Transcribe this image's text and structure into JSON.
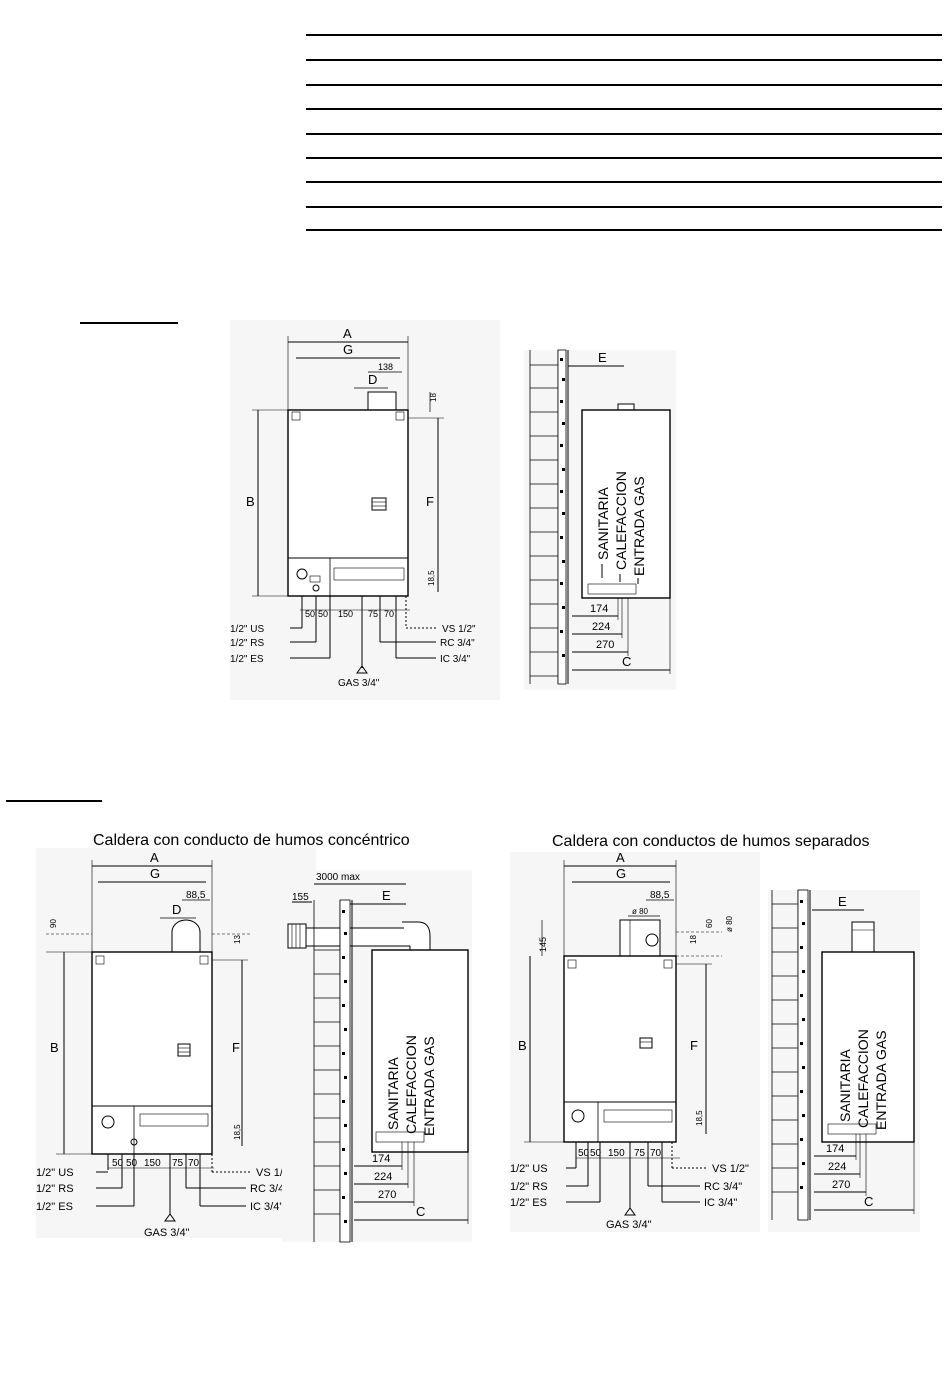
{
  "captions": {
    "concentric": "Caldera con conducto de humos concéntrico",
    "separate": "Caldera con conductos de humos separados"
  },
  "letters": {
    "A": "A",
    "B": "B",
    "C": "C",
    "D": "D",
    "E": "E",
    "F": "F",
    "G": "G"
  },
  "dims": {
    "d138": "138",
    "d18": "18",
    "d18_5": "18,5",
    "d50a": "50",
    "d50b": "50",
    "d150": "150",
    "d75": "75",
    "d70": "70",
    "d174": "174",
    "d224": "224",
    "d270": "270",
    "d88_5": "88,5",
    "d90": "90",
    "d13": "13",
    "d155": "155",
    "d3000": "3000 max",
    "d145": "145",
    "d60": "60",
    "d80a": "ø 80",
    "d80b": "ø 80"
  },
  "connections": {
    "us": "1/2\" US",
    "rs": "1/2\" RS",
    "es": "1/2\" ES",
    "gas": "GAS 3/4\"",
    "vs": "VS 1/2\"",
    "rc": "RC 3/4\"",
    "ic": "IC  3/4\""
  },
  "side_labels": {
    "sanitaria": "SANITARIA",
    "calefaccion": "CALEFACCION",
    "entrada_gas": "ENTRADA GAS"
  }
}
